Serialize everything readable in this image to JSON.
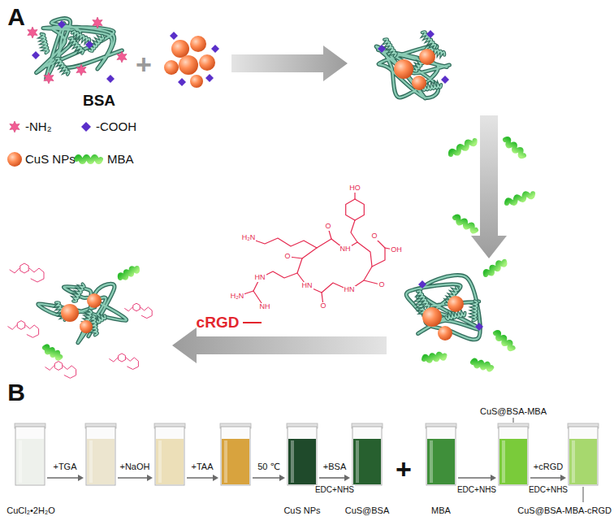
{
  "diagram": {
    "labels": [
      "A",
      "BSA",
      "+",
      "cRGD",
      "HO",
      "H₂N",
      "O",
      "NH",
      "O",
      "OH",
      "HN",
      "O",
      "O",
      "HN",
      "O",
      "HN",
      "NH",
      "H₂N",
      "B",
      "CuS@BSA-MBA",
      "+TGA",
      "+NaOH",
      "+TAA",
      "50 ℃",
      "+BSA",
      "+",
      "+cRGD",
      "EDC+NHS",
      "EDC+NHS",
      "EDC+NHS",
      "CuCl₂•2H₂O",
      "CuS NPs",
      "CuS@BSA",
      "MBA",
      "CuS@BSA-MBA-cRGD"
    ],
    "legend": [
      {
        "text": "-NH₂"
      },
      {
        "text": "-COOH"
      },
      {
        "text": "CuS NPs"
      },
      {
        "text": "MBA"
      }
    ]
  }
}
